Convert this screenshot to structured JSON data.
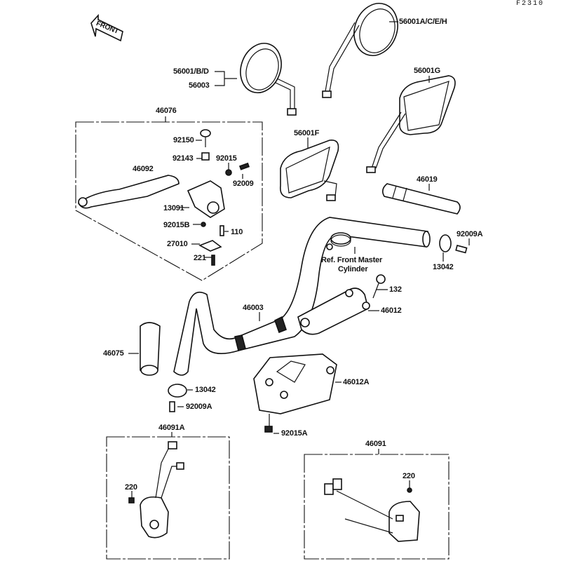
{
  "figure_code": "F2310",
  "front_arrow_label": "FRONT",
  "reference_note": {
    "line1": "Ref. Front Master",
    "line2": "Cylinder"
  },
  "parts": {
    "p56001ACEH": "56001A/C/E/H",
    "p56001BD": "56001/B/D",
    "p56003": "56003",
    "p56001G": "56001G",
    "p56001F": "56001F",
    "p46076": "46076",
    "p92150": "92150",
    "p92143": "92143",
    "p92015": "92015",
    "p92009": "92009",
    "p46092": "46092",
    "p13091": "13091",
    "p92015B": "92015B",
    "p110": "110",
    "p27010": "27010",
    "p221": "221",
    "p46019": "46019",
    "p92009A_r": "92009A",
    "p13042_r": "13042",
    "p132": "132",
    "p46012": "46012",
    "p46003": "46003",
    "p46075": "46075",
    "p13042_l": "13042",
    "p92009A_l": "92009A",
    "p46012A": "46012A",
    "p92015A": "92015A",
    "p46091A": "46091A",
    "p220_l": "220",
    "p46091": "46091",
    "p220_r": "220"
  }
}
